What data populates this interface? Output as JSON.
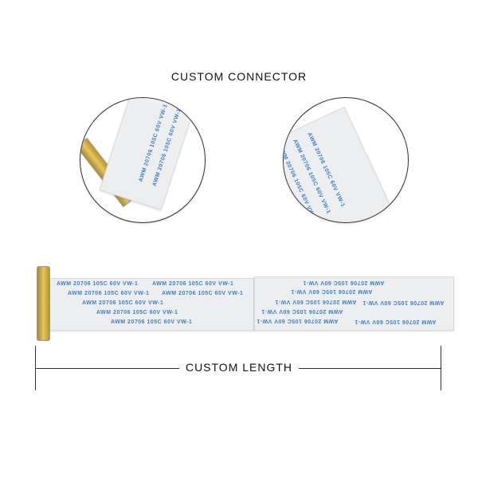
{
  "header": {
    "title": "CUSTOM CONNECTOR"
  },
  "cable": {
    "print_text": "AWM 20706 105C 60V VW-1"
  },
  "dimension": {
    "label": "CUSTOM LENGTH"
  }
}
